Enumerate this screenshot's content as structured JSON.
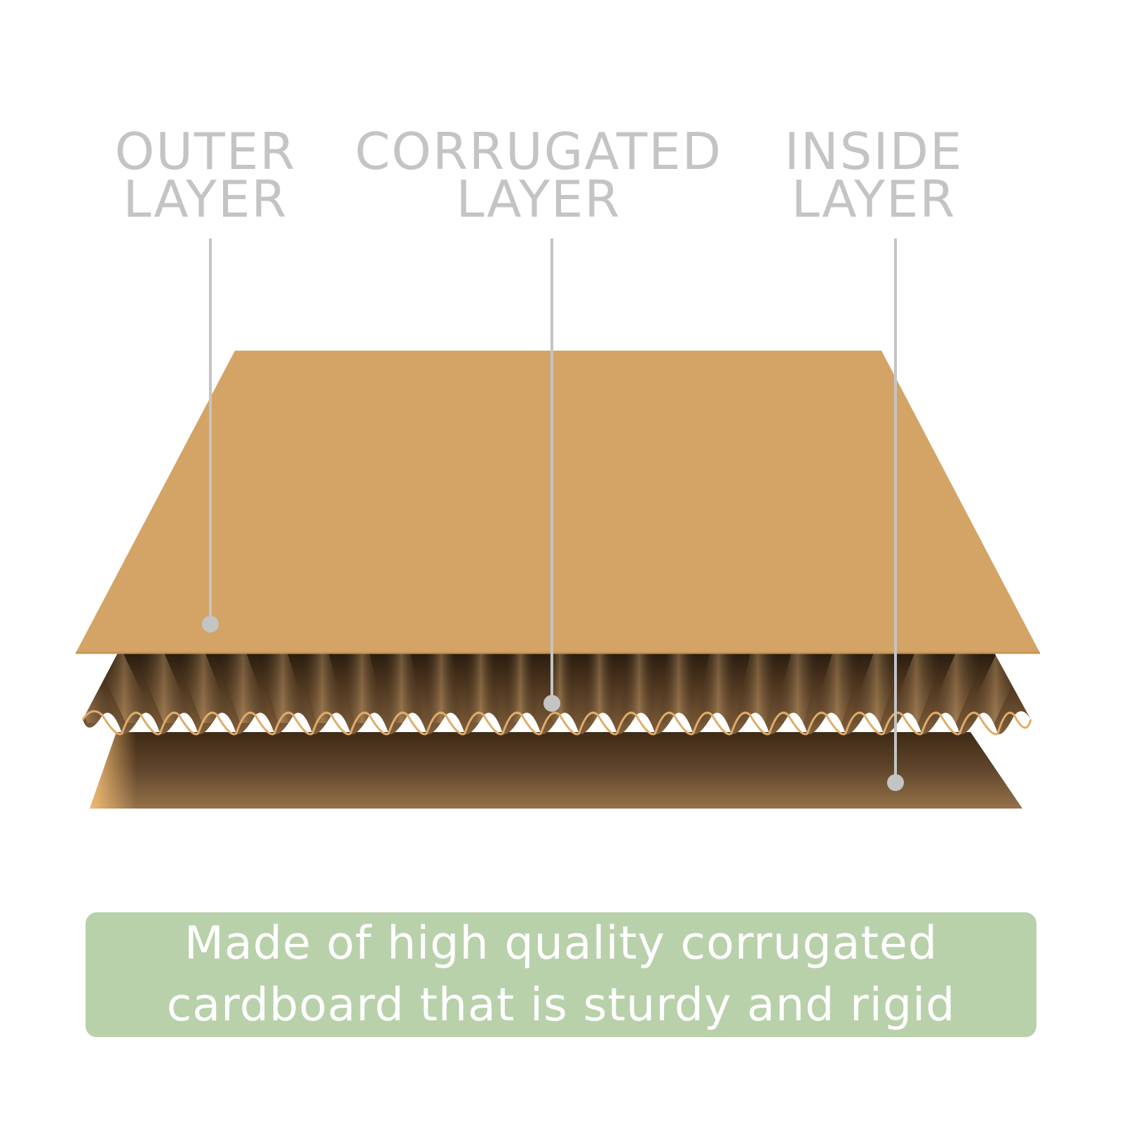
{
  "labels": {
    "outer": {
      "line1": "OUTER",
      "line2": "LAYER"
    },
    "corrugated": {
      "line1": "CORRUGATED",
      "line2": "LAYER"
    },
    "inside": {
      "line1": "INSIDE",
      "line2": "LAYER"
    }
  },
  "caption": {
    "line1": "Made of high quality corrugated",
    "line2": "cardboard that is sturdy and rigid"
  },
  "colors": {
    "outer_layer": "#d4a466",
    "corrugated_light": "#e2b170",
    "corrugated_dark": "#2c1d10",
    "inside_layer_dark": "#5a4127",
    "inside_layer_light": "#f0bb77",
    "leader_line": "#c4c4c4",
    "label_text": "#c4c4c4",
    "caption_background": "#b8d1aa",
    "caption_text": "#ffffff"
  }
}
